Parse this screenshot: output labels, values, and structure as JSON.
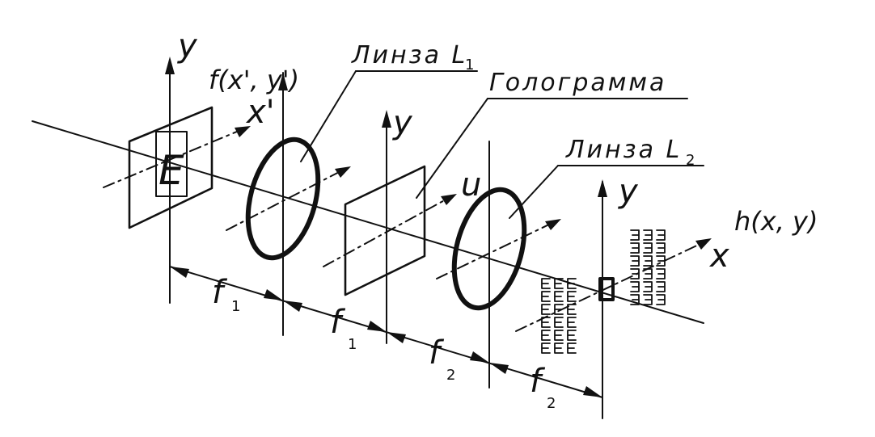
{
  "labels": {
    "lens1": "Линза L",
    "lens1_sub": "1",
    "hologram": "Голограмма",
    "lens2": "Линза L",
    "lens2_sub": "2",
    "input_func": "f(x', y')",
    "output_func": "h(x, y)",
    "axis_y": "y",
    "axis_x_prime": "x'",
    "axis_u": "u",
    "axis_x": "x",
    "f": "f",
    "f_sub1": "1",
    "f_sub2": "2",
    "input_letter": "E"
  }
}
